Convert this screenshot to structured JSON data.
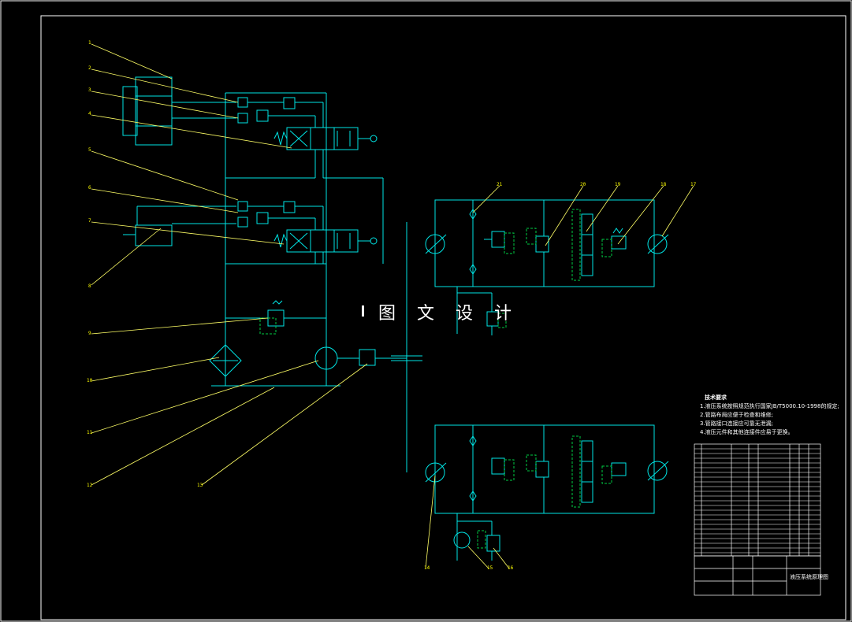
{
  "drawing": {
    "colors": {
      "background": "#000000",
      "frame": "#ffffff",
      "circuit": "#00e5e5",
      "leader": "#ffff66",
      "dashed": "#00cc44",
      "text": "#ffffff"
    }
  },
  "watermark": {
    "text": "图 文 设 计"
  },
  "tech_notes": {
    "title": "技术要求",
    "items": [
      "1.液压系统按照规范执行国家JB/T5000.10-1998的规定;",
      "2.管路布局应便于检查和维修;",
      "3.管路接口连接应可靠无泄漏;",
      "4.液压元件和其他连接件应易于更换。"
    ]
  },
  "callouts": [
    {
      "id": "c1",
      "label": "1"
    },
    {
      "id": "c2",
      "label": "2"
    },
    {
      "id": "c3",
      "label": "3"
    },
    {
      "id": "c4",
      "label": "4"
    },
    {
      "id": "c5",
      "label": "5"
    },
    {
      "id": "c6",
      "label": "6"
    },
    {
      "id": "c7",
      "label": "7"
    },
    {
      "id": "c8",
      "label": "8"
    },
    {
      "id": "c9",
      "label": "9"
    },
    {
      "id": "c10",
      "label": "10"
    },
    {
      "id": "c11",
      "label": "11"
    },
    {
      "id": "c12",
      "label": "12"
    },
    {
      "id": "c13",
      "label": "13"
    },
    {
      "id": "c14",
      "label": "14"
    },
    {
      "id": "c15",
      "label": "15"
    },
    {
      "id": "c16",
      "label": "16"
    },
    {
      "id": "c17",
      "label": "17"
    },
    {
      "id": "c18",
      "label": "18"
    },
    {
      "id": "c19",
      "label": "19"
    },
    {
      "id": "c20",
      "label": "20"
    },
    {
      "id": "c21",
      "label": "21"
    }
  ],
  "title_block": {
    "title": "液压系统原理图"
  }
}
